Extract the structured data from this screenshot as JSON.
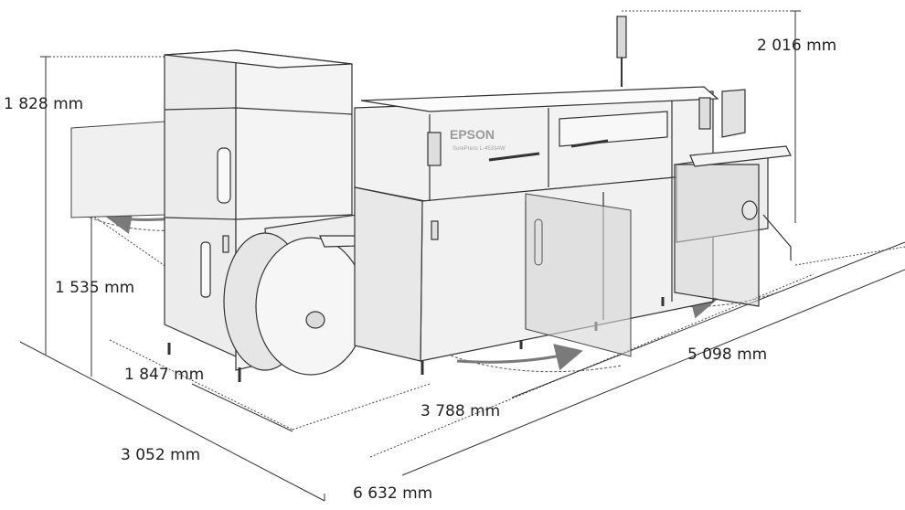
{
  "dimensions": {
    "total_height": "1 828 mm",
    "feed_height": "1 535 mm",
    "tower_height": "2 016 mm",
    "depth_main": "1 847 mm",
    "depth_total": "3 052 mm",
    "length_main": "3 788 mm",
    "length_rear": "5 098 mm",
    "length_total": "6 632 mm"
  },
  "printer": {
    "brand": "EPSON",
    "model": "SurePress L-4533AW"
  },
  "colors": {
    "line": "#3a3a3a",
    "body": "#efefef",
    "shade": "#d8d8d8",
    "glass": "#cfcfcf",
    "arrow": "#7a7a7a"
  }
}
